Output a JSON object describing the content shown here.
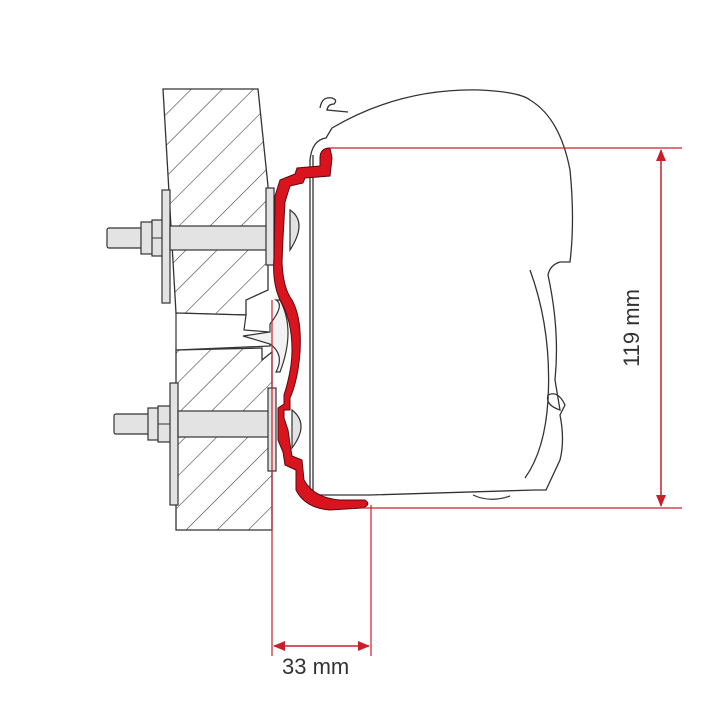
{
  "diagram": {
    "type": "technical cross-section drawing",
    "subject": "awning adapter bracket mounted to wall",
    "colors": {
      "bracket": "#d9141f",
      "dimension_line": "#c8202a",
      "outline": "#333333",
      "metal_fill": "#e3e3e3",
      "hatch": "#444444",
      "background": "#ffffff"
    },
    "components": [
      {
        "name": "wall-section",
        "label": "hatched wall"
      },
      {
        "name": "bolt-upper",
        "label": "upper bolt with nut and washer"
      },
      {
        "name": "bolt-lower",
        "label": "lower bolt with nut and washer"
      },
      {
        "name": "adapter-bracket",
        "label": "red adapter bracket"
      },
      {
        "name": "awning-housing",
        "label": "awning cassette profile"
      },
      {
        "name": "rubber-seal",
        "label": "seal insert"
      }
    ],
    "dimensions": {
      "height": {
        "value": "119 mm"
      },
      "width": {
        "value": "33 mm"
      }
    }
  }
}
